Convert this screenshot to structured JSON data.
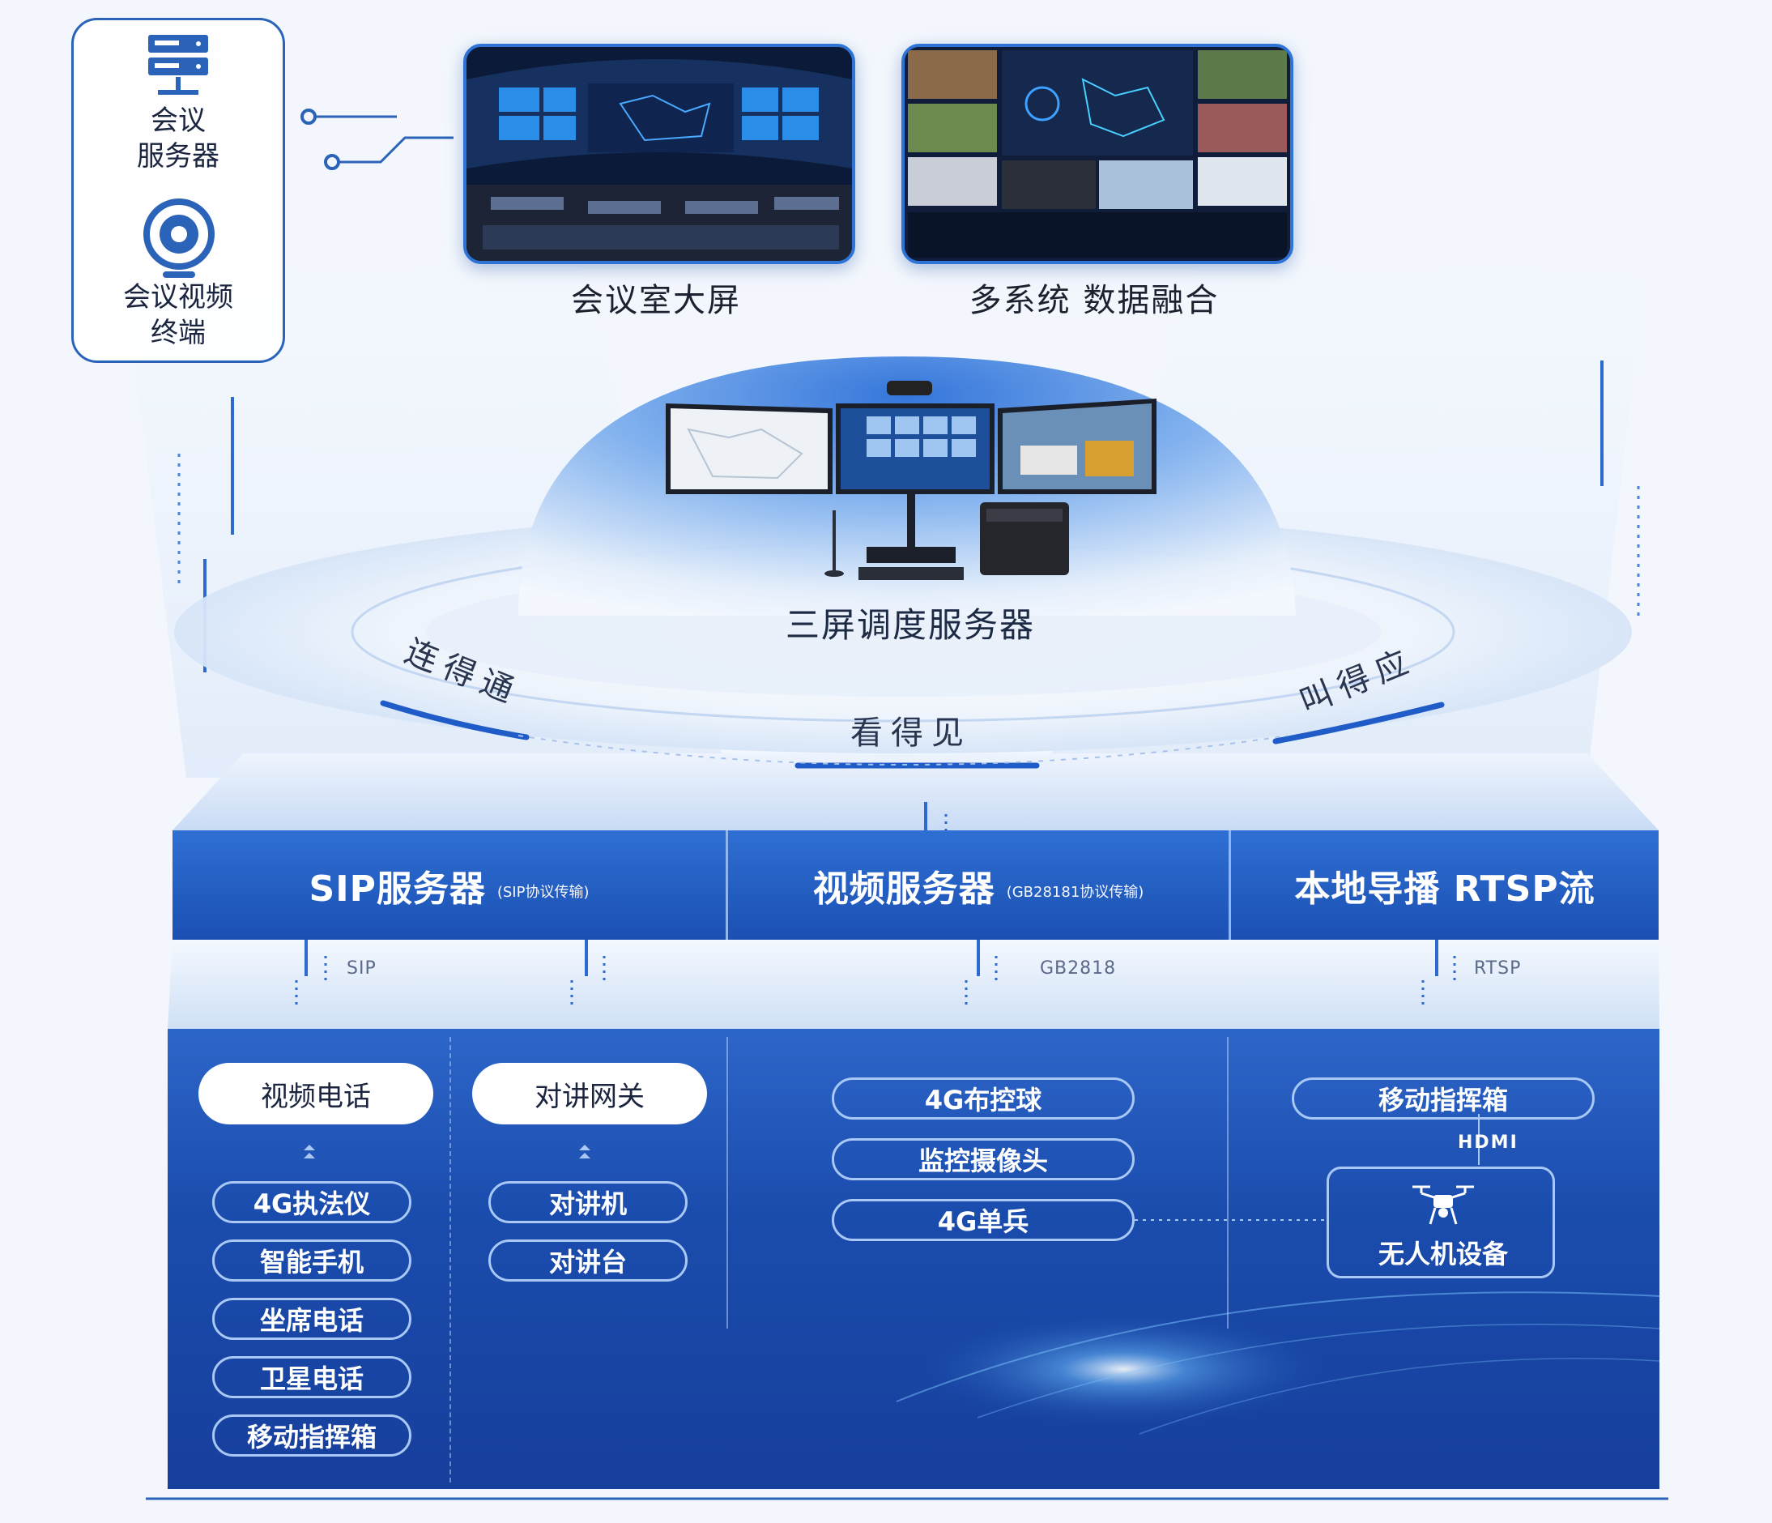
{
  "devices": {
    "server_label_1": "会议",
    "server_label_2": "服务器",
    "terminal_label_1": "会议视频",
    "terminal_label_2": "终端",
    "server_icon": "server-icon",
    "terminal_icon": "webcam-icon"
  },
  "photos": [
    {
      "caption": "会议室大屏"
    },
    {
      "caption": "多系统 数据融合"
    }
  ],
  "dome": {
    "title": "三屏调度服务器",
    "ring_left": "连得通",
    "ring_center": "看得见",
    "ring_right": "叫得应"
  },
  "servers": [
    {
      "name": "SIP服务器",
      "sub": "(SIP协议传输)"
    },
    {
      "name": "视频服务器",
      "sub": "(GB28181协议传输)"
    },
    {
      "name": "本地导播 RTSP流",
      "sub": ""
    }
  ],
  "protocols": [
    "SIP",
    "GB2818",
    "RTSP"
  ],
  "col_sip_phone": {
    "header": "视频电话",
    "items": [
      "4G执法仪",
      "智能手机",
      "坐席电话",
      "卫星电话",
      "移动指挥箱"
    ]
  },
  "col_sip_talk": {
    "header": "对讲网关",
    "items": [
      "对讲机",
      "对讲台"
    ]
  },
  "col_video": {
    "items": [
      "4G布控球",
      "监控摄像头",
      "4G单兵"
    ]
  },
  "col_rtsp": {
    "header": "移动指挥箱",
    "link_label": "HDMI",
    "device": "无人机设备",
    "device_icon": "drone-icon"
  },
  "colors": {
    "brand_blue": "#1b50b3",
    "accent_blue": "#2d74d6",
    "light_outline": "#a9c8f5"
  }
}
